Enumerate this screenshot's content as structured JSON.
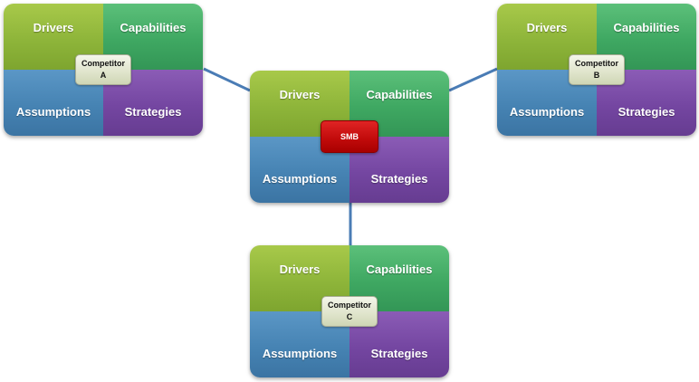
{
  "colors": {
    "drivers": "#8eb53a",
    "capabilities": "#3fa862",
    "assumptions": "#4683b3",
    "strategies": "#7446a1",
    "smb_label": "#c00a0a",
    "competitor_label": "#dfe4cb",
    "connector": "#4a7cb5"
  },
  "blocks": {
    "competitor_a": {
      "drivers": "Drivers",
      "capabilities": "Capabilities",
      "assumptions": "Assumptions",
      "strategies": "Strategies",
      "label_line1": "Competitor",
      "label_line2": "A"
    },
    "competitor_b": {
      "drivers": "Drivers",
      "capabilities": "Capabilities",
      "assumptions": "Assumptions",
      "strategies": "Strategies",
      "label_line1": "Competitor",
      "label_line2": "B"
    },
    "smb": {
      "drivers": "Drivers",
      "capabilities": "Capabilities",
      "assumptions": "Assumptions",
      "strategies": "Strategies",
      "label": "SMB"
    },
    "competitor_c": {
      "drivers": "Drivers",
      "capabilities": "Capabilities",
      "assumptions": "Assumptions",
      "strategies": "Strategies",
      "label_line1": "Competitor",
      "label_line2": "C"
    }
  }
}
